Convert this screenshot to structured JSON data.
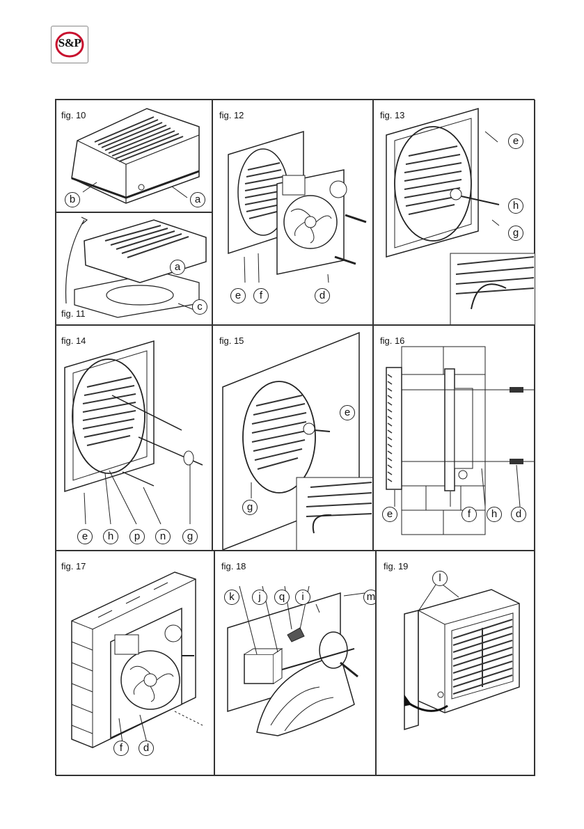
{
  "logo": {
    "text": "S&P"
  },
  "figures": {
    "fig10": {
      "label": "fig. 10",
      "callouts": {
        "b": "b",
        "a": "a"
      }
    },
    "fig11": {
      "label": "fig. 11",
      "callouts": {
        "a": "a",
        "c": "c"
      }
    },
    "fig12": {
      "label": "fig. 12",
      "callouts": {
        "e": "e",
        "f": "f",
        "d": "d"
      }
    },
    "fig13": {
      "label": "fig. 13",
      "callouts": {
        "e": "e",
        "h": "h",
        "g": "g"
      }
    },
    "fig14": {
      "label": "fig. 14",
      "callouts": {
        "e": "e",
        "h": "h",
        "p": "p",
        "n": "n",
        "g": "g"
      }
    },
    "fig15": {
      "label": "fig. 15",
      "callouts": {
        "e": "e",
        "g": "g"
      }
    },
    "fig16": {
      "label": "fig. 16",
      "callouts": {
        "e": "e",
        "f": "f",
        "h": "h",
        "d": "d"
      }
    },
    "fig17": {
      "label": "fig. 17",
      "callouts": {
        "f": "f",
        "d": "d"
      }
    },
    "fig18": {
      "label": "fig. 18",
      "callouts": {
        "k": "k",
        "j": "j",
        "q": "q",
        "i": "i",
        "m": "m"
      }
    },
    "fig19": {
      "label": "fig. 19",
      "callouts": {
        "l": "l"
      }
    }
  },
  "colors": {
    "logo_red": "#c8102e",
    "line": "#222222",
    "hatch": "#333333"
  }
}
